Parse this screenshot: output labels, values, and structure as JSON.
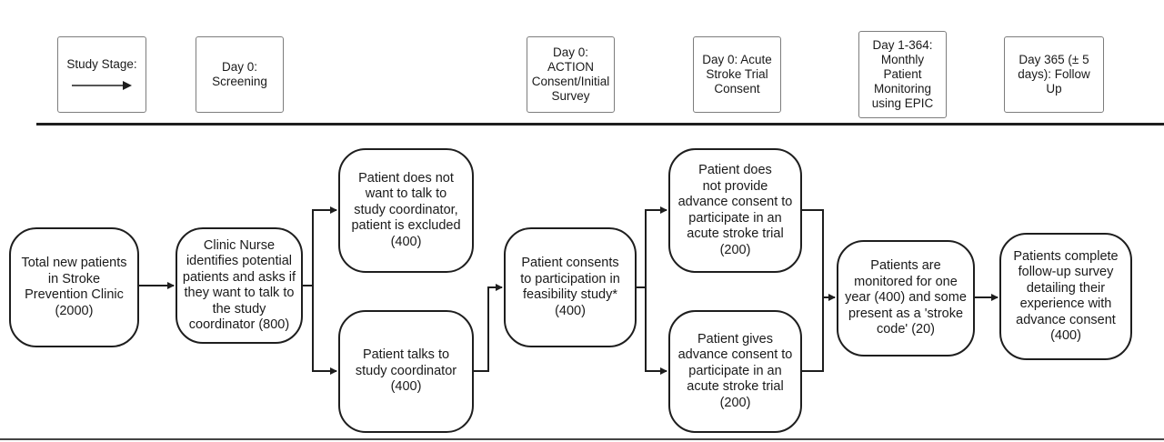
{
  "stages": {
    "study_stage": "Study Stage:",
    "screening": "Day 0:\nScreening",
    "action_consent": "Day 0:\nACTION\nConsent/Initial\nSurvey",
    "acute_consent": "Day 0: Acute\nStroke Trial\nConsent",
    "monitoring": "Day 1-364:\nMonthly\nPatient\nMonitoring\nusing EPIC",
    "follow_up": "Day 365 (± 5\ndays): Follow\nUp"
  },
  "nodes": {
    "total_patients": "Total new patients\nin Stroke\nPrevention Clinic\n(2000)",
    "clinic_nurse": "Clinic Nurse\nidentifies potential\npatients and asks if\nthey want to talk to\nthe study\ncoordinator (800)",
    "not_talk": "Patient does not\nwant to talk to\nstudy coordinator,\npatient is excluded\n(400)",
    "talks": "Patient talks to\nstudy coordinator\n(400)",
    "consents_feasibility": "Patient consents\nto participation in\nfeasibility study*\n(400)",
    "no_advance_consent": "Patient does\nnot provide\nadvance consent to\nparticipate in an\nacute stroke trial\n(200)",
    "gives_advance_consent": "Patient gives\nadvance consent to\nparticipate in an\nacute stroke trial\n(200)",
    "monitored": "Patients are\nmonitored for one\nyear (400) and some\npresent as a 'stroke\ncode' (20)",
    "survey": "Patients complete\nfollow-up survey\ndetailing their\nexperience with\nadvance consent\n(400)"
  }
}
